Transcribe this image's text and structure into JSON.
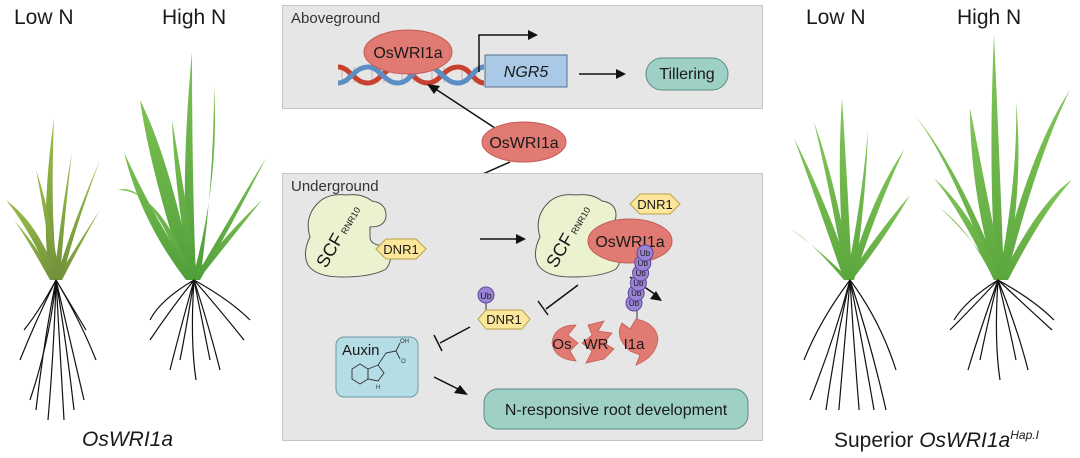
{
  "left_group": {
    "low_label": "Low N",
    "high_label": "High N",
    "caption": "OsWRI1a"
  },
  "right_group": {
    "low_label": "Low N",
    "high_label": "High N",
    "caption_prefix": "Superior ",
    "caption_gene": "OsWRI1a",
    "caption_superscript": "Hap.I"
  },
  "aboveground": {
    "title": "Aboveground",
    "protein": "OsWRI1a",
    "gene": "NGR5",
    "outcome": "Tillering"
  },
  "center_protein": "OsWRI1a",
  "underground": {
    "title": "Underground",
    "complex_label": "SCF",
    "complex_superscript": "RNR10",
    "dnr1": "DNR1",
    "protein": "OsWRI1a",
    "ub": "Ub",
    "ub_chain_count": 6,
    "degraded_parts": [
      "Os",
      "WR",
      "I1a"
    ],
    "auxin": "Auxin",
    "auxin_oh": "OH",
    "auxin_o": "O",
    "auxin_h": "H",
    "outcome": "N-responsive root development"
  },
  "colors": {
    "panel_bg": "#e6e6e6",
    "protein": "#e07a72",
    "gene_box": "#a9c9e6",
    "outcome": "#9fd0c6",
    "complex": "#eaf2cf",
    "dnr1": "#fbe69a",
    "ub": "#9b84d6",
    "auxin_box": "#b5dde6"
  }
}
